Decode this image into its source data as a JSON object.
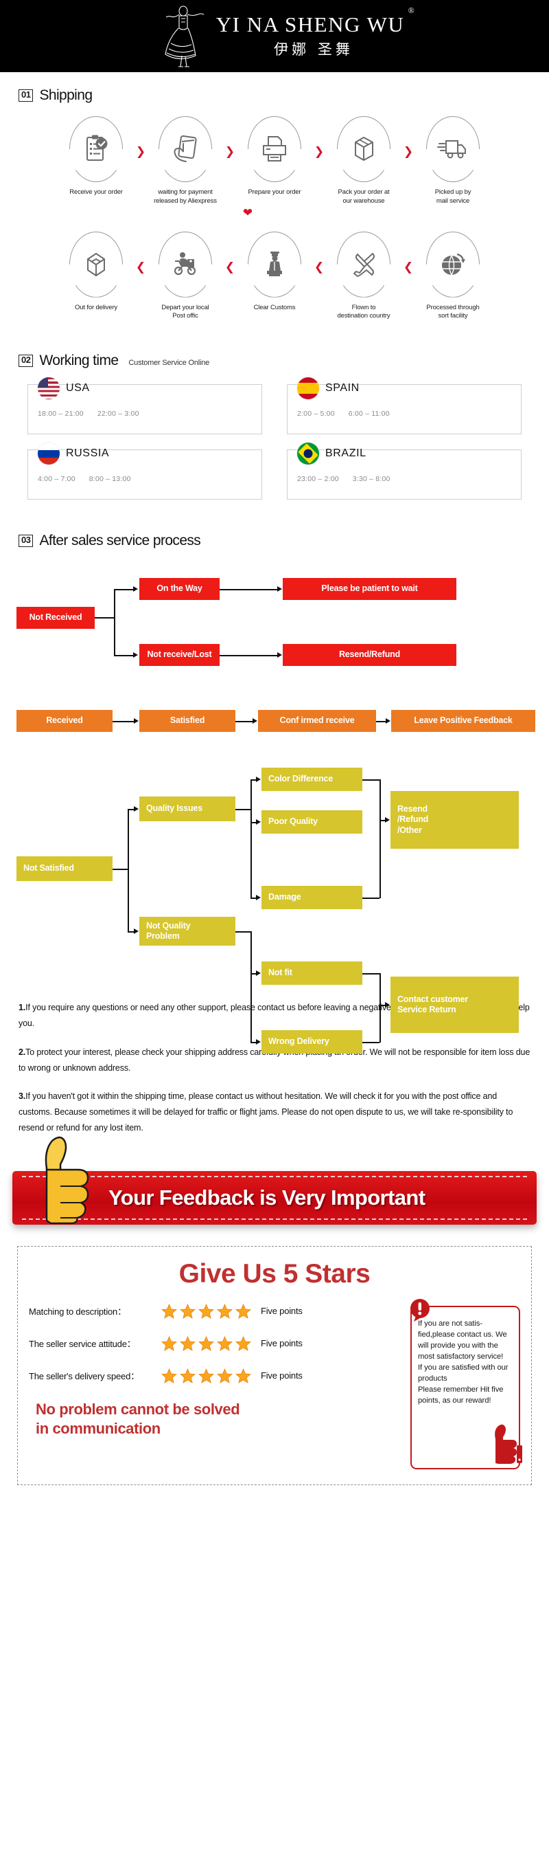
{
  "header": {
    "brand_en": "YI NA SHENG WU",
    "brand_reg": "®",
    "brand_cn": "伊娜 圣舞",
    "logo_icon": "dancer-logo-icon"
  },
  "shipping": {
    "number": "01",
    "title": "Shipping",
    "arrow_right": "❯",
    "arrow_left": "❮",
    "arrow_down": "❤",
    "row1": [
      {
        "icon": "clipboard-check-icon",
        "label": "Receive your order"
      },
      {
        "icon": "hand-credit-card-icon",
        "label": "waiting for payment\nreleased by Aliexpress"
      },
      {
        "icon": "printer-icon",
        "label": "Prepare your order"
      },
      {
        "icon": "box-package-icon",
        "label": "Pack your order at\nour warehouse"
      },
      {
        "icon": "delivery-truck-icon",
        "label": "Picked up by\nmail service"
      }
    ],
    "row2": [
      {
        "icon": "open-box-icon",
        "label": "Out  for delivery"
      },
      {
        "icon": "scooter-courier-icon",
        "label": "Depart your local\nPost offic"
      },
      {
        "icon": "customs-officer-icon",
        "label": "Clear Customs"
      },
      {
        "icon": "airplane-icon",
        "label": "Flown to\ndestination country"
      },
      {
        "icon": "globe-arrow-icon",
        "label": "Processed through\nsort facility"
      }
    ]
  },
  "working_time": {
    "number": "02",
    "title": "Working time",
    "subtitle": "Customer Service Online",
    "cards": [
      {
        "flag": "flag-usa-icon",
        "country": "USA",
        "hours": [
          "18:00 – 21:00",
          "22:00 – 3:00"
        ]
      },
      {
        "flag": "flag-spain-icon",
        "country": "SPAIN",
        "hours": [
          "2:00 – 5:00",
          "6:00 – 11:00"
        ]
      },
      {
        "flag": "flag-russia-icon",
        "country": "RUSSIA",
        "hours": [
          "4:00 – 7:00",
          "8:00 – 13:00"
        ]
      },
      {
        "flag": "flag-brazil-icon",
        "country": "BRAZIL",
        "hours": [
          "23:00 – 2:00",
          "3:30 – 8:00"
        ]
      }
    ]
  },
  "after_sales": {
    "number": "03",
    "title": "After sales service process",
    "colors": {
      "red": "#ED1C16",
      "orange": "#EC7A22",
      "yellow": "#D6C52C"
    },
    "boxes": {
      "not_received": "Not Received",
      "on_the_way": "On the Way",
      "please_wait": "Please be patient to wait",
      "not_receive_lost": "Not receive/Lost",
      "resend_refund": "Resend/Refund",
      "received": "Received",
      "satisfied": "Satisfied",
      "confirmed_receive": "Conf irmed receive",
      "leave_positive_feedback": "Leave Positive Feedback",
      "not_satisfied": "Not Satisfied",
      "quality_issues": "Quality Issues",
      "color_difference": "Color Difference",
      "poor_quality": "Poor Quality",
      "damage": "Damage",
      "resend_refund_other": "Resend\n/Refund\n/Other",
      "not_quality_problem": "Not Quality\nProblem",
      "not_fit": "Not fit",
      "wrong_delivery": "Wrong Delivery",
      "contact_customer_service": "Contact customer\nService Return"
    }
  },
  "notes": [
    {
      "num": "1.",
      "text": "If you require any questions or need any other support, please contact us before leaving a negative feedback. We will do our best to help you."
    },
    {
      "num": "2.",
      "text": "To protect your interest, please check your shipping address carefully when placing an order. We will not be responsible for item loss due to wrong or unknown address."
    },
    {
      "num": "3.",
      "text": "If you haven't got it within the shipping time, please contact us without hesitation. We will check it for you with the post office and customs. Because sometimes it will be delayed for traffic or flight jams. Please do not open dispute to us, we will take re-sponsibility to resend or refund for any lost item."
    }
  ],
  "feedback_banner": {
    "text": "Your Feedback is Very Important",
    "icon": "thumbs-up-icon",
    "color": "#C2060F"
  },
  "stars_card": {
    "title": "Give Us 5 Stars",
    "title_color": "#C03030",
    "rows": [
      {
        "label": "Matching to description：",
        "stars": 5,
        "points": "Five points"
      },
      {
        "label": "The seller service attitude：",
        "stars": 5,
        "points": "Five points"
      },
      {
        "label": "The seller's delivery speed：",
        "stars": 5,
        "points": "Five points"
      }
    ],
    "slogan": "No problem cannot be solved\nin communication",
    "warning": {
      "badge_icon": "exclamation-bubble-icon",
      "thumb_icon": "thumbs-up-red-icon",
      "text": "If you are not satis-fied,please contact us. We will provide you with the most satisfactory service!\nIf you are satisfied with our products\nPlease remember Hit five points, as our reward!"
    }
  }
}
